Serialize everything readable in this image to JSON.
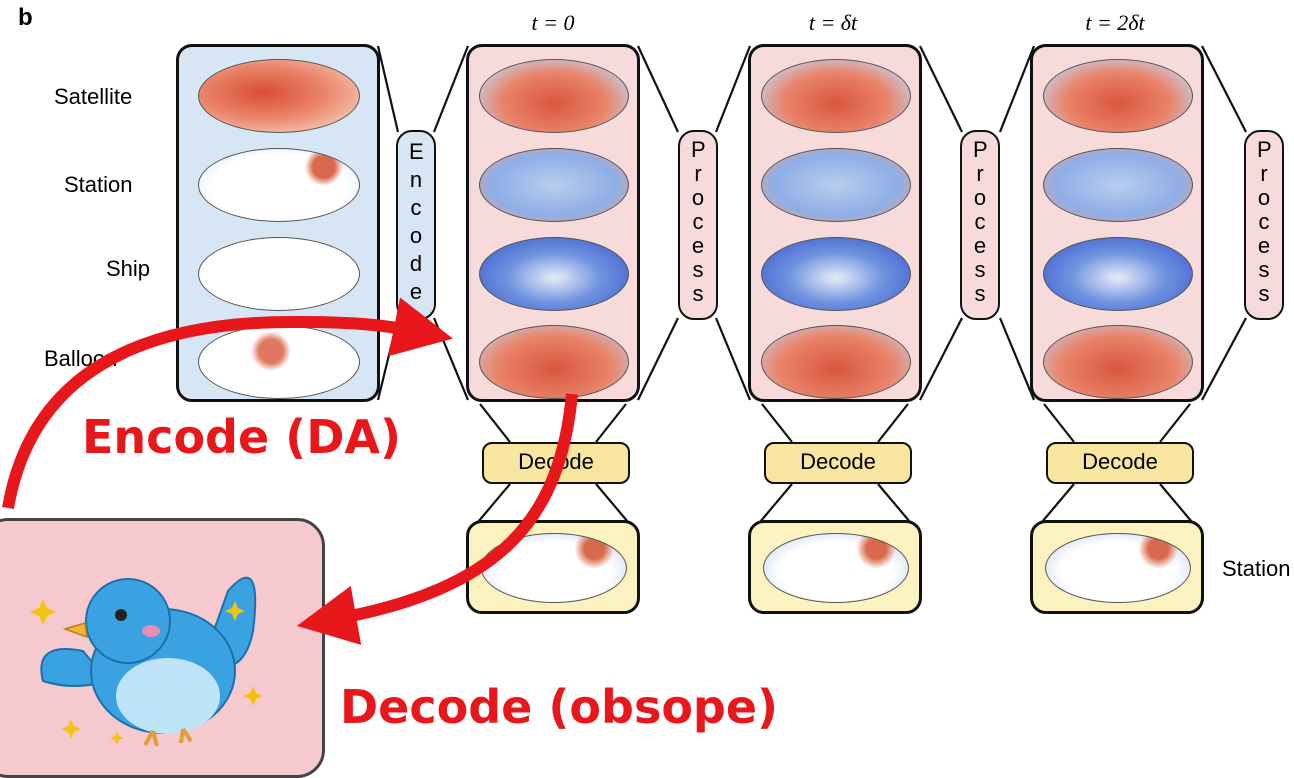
{
  "panel_letter": "b",
  "times": [
    "t = 0",
    "t = δt",
    "t = 2δt"
  ],
  "observation_labels": [
    "Satellite",
    "Station",
    "Ship",
    "Balloon"
  ],
  "encode_box": "Encode",
  "process_box": "Process",
  "decode_label": "Decode",
  "output_label": "Station",
  "annotations": {
    "encode_da": "Encode (DA)",
    "decode_obsope": "Decode (obsope)"
  },
  "colors": {
    "accent_red": "#e8171b",
    "obs_panel": "#d6e6f4",
    "state_panel": "#f7dbdb",
    "decode_panel": "#fbf2c0",
    "bird_panel": "#f6c9cf"
  },
  "icons": [
    "bird-icon",
    "sparkle-icon"
  ]
}
